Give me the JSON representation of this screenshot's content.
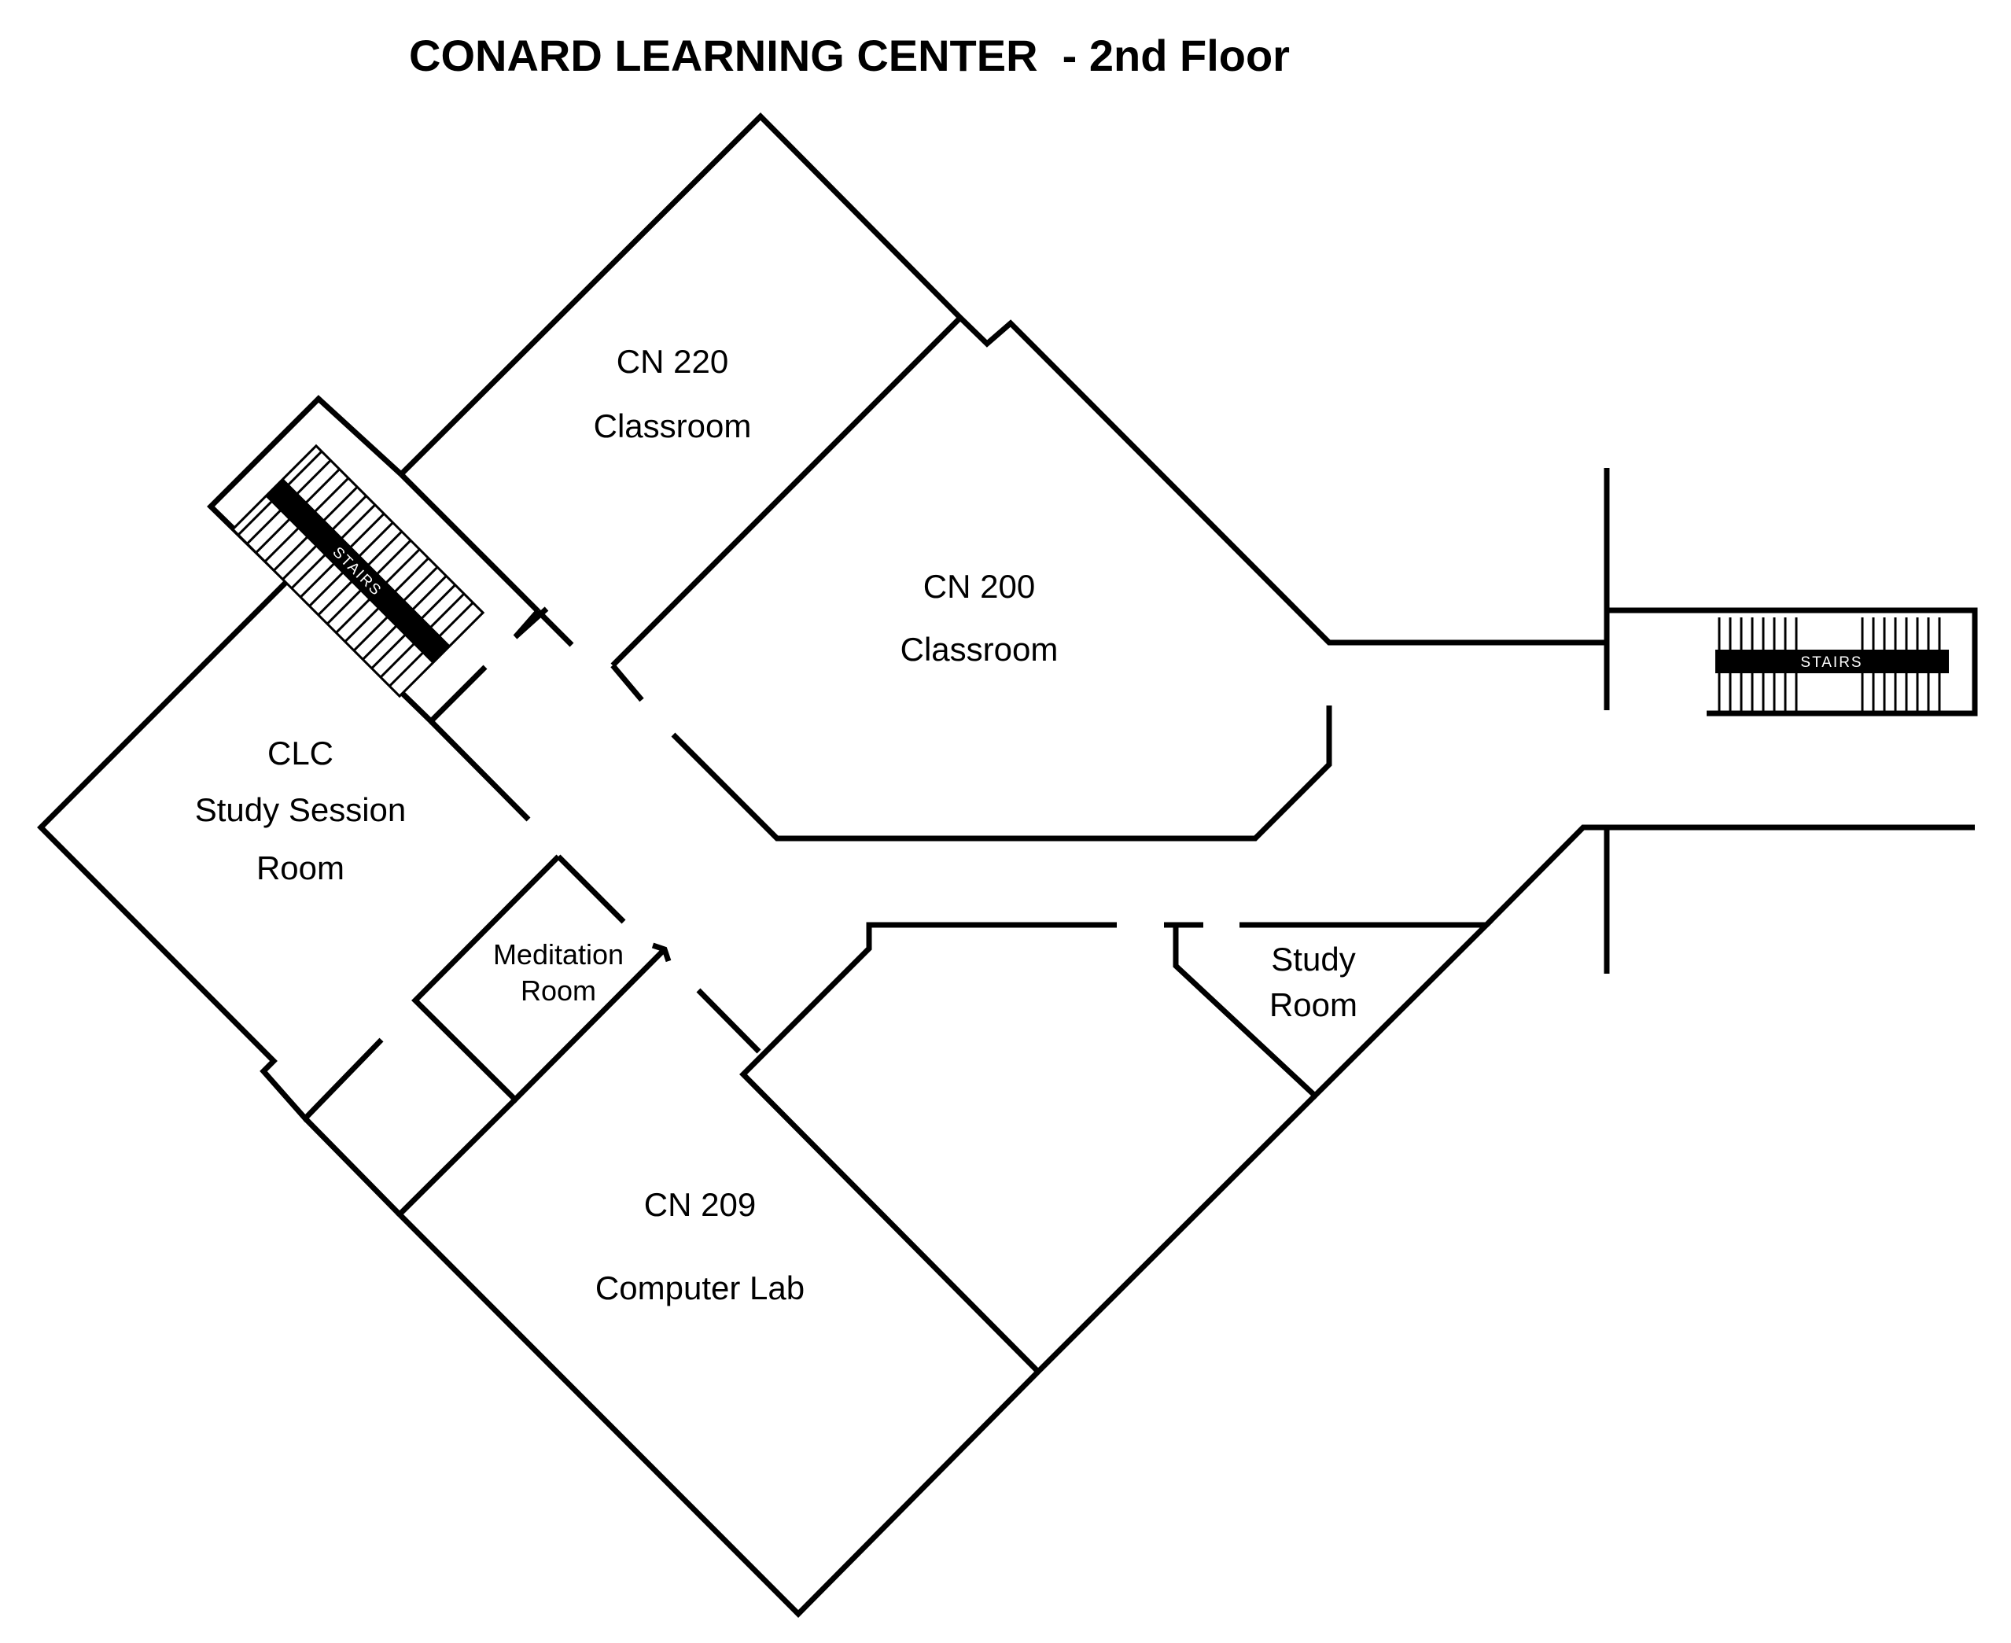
{
  "title": "CONARD LEARNING CENTER  - 2nd Floor",
  "rooms": {
    "cn220": {
      "number": "CN 220",
      "name": "Classroom"
    },
    "cn200": {
      "number": "CN 200",
      "name": "Classroom"
    },
    "clc": {
      "line1": "CLC",
      "line2": "Study Session",
      "line3": "Room"
    },
    "meditation": {
      "line1": "Meditation",
      "line2": "Room"
    },
    "study": {
      "line1": "Study",
      "line2": "Room"
    },
    "cn209": {
      "number": "CN 209",
      "name": "Computer Lab"
    }
  },
  "stairs": {
    "left_label": "STAIRS",
    "right_label": "STAIRS"
  }
}
